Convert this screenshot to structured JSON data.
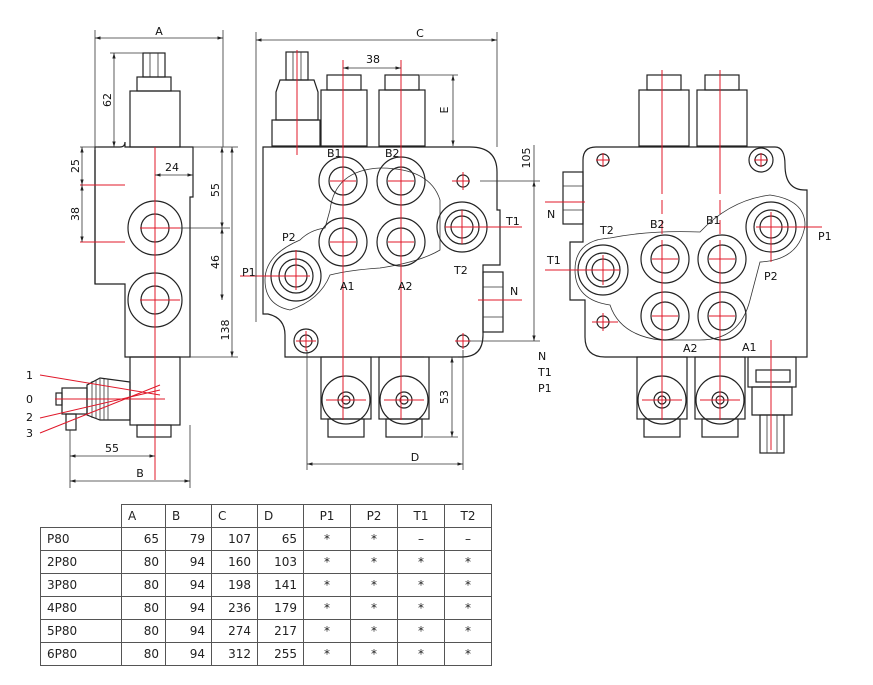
{
  "drawing": {
    "side_view": {
      "dim_A": "A",
      "dim_B": "B",
      "dim_62": "62",
      "dim_25": "25",
      "dim_38": "38",
      "dim_24": "24",
      "dim_55_right": "55",
      "dim_46": "46",
      "dim_138": "138",
      "dim_55_bottom": "55",
      "lever_positions": [
        "1",
        "0",
        "2",
        "3"
      ]
    },
    "front_view": {
      "dim_C": "C",
      "dim_38": "38",
      "dim_E": "E",
      "dim_105": "105",
      "dim_53": "53",
      "dim_D": "D",
      "ports": {
        "B1": "B1",
        "B2": "B2",
        "A1": "A1",
        "A2": "A2",
        "P1": "P1",
        "P2": "P2",
        "T1": "T1",
        "T2": "T2",
        "N": "N"
      },
      "side_labels": {
        "N": "N",
        "T1": "T1",
        "P1": "P1"
      }
    },
    "rear_view": {
      "ports": {
        "T2": "T2",
        "B2": "B2",
        "B1": "B1",
        "T1": "T1",
        "P1": "P1",
        "P2": "P2",
        "A2": "A2",
        "A1": "A1",
        "N": "N"
      }
    },
    "colors": {
      "outline": "#222222",
      "centerline": "#e0182a"
    }
  },
  "table": {
    "headers": [
      "A",
      "B",
      "C",
      "D",
      "P1",
      "P2",
      "T1",
      "T2"
    ],
    "rows": [
      {
        "model": "P80",
        "cells": [
          "65",
          "79",
          "107",
          "65",
          "*",
          "*",
          "–",
          "–"
        ]
      },
      {
        "model": "2P80",
        "cells": [
          "80",
          "94",
          "160",
          "103",
          "*",
          "*",
          "*",
          "*"
        ]
      },
      {
        "model": "3P80",
        "cells": [
          "80",
          "94",
          "198",
          "141",
          "*",
          "*",
          "*",
          "*"
        ]
      },
      {
        "model": "4P80",
        "cells": [
          "80",
          "94",
          "236",
          "179",
          "*",
          "*",
          "*",
          "*"
        ]
      },
      {
        "model": "5P80",
        "cells": [
          "80",
          "94",
          "274",
          "217",
          "*",
          "*",
          "*",
          "*"
        ]
      },
      {
        "model": "6P80",
        "cells": [
          "80",
          "94",
          "312",
          "255",
          "*",
          "*",
          "*",
          "*"
        ]
      }
    ]
  }
}
